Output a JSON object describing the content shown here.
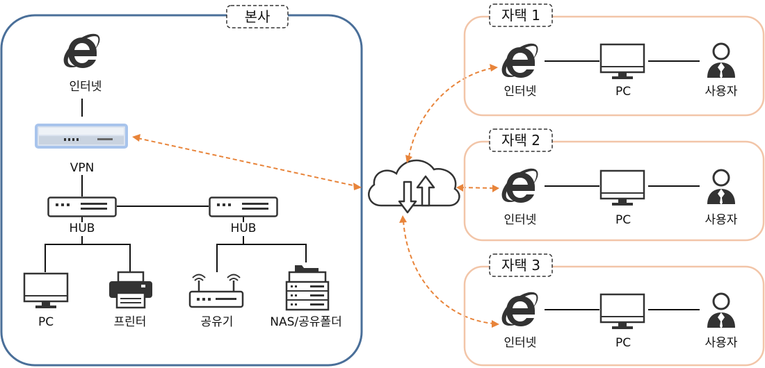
{
  "hq": {
    "title": "본사",
    "internet_label": "인터넷",
    "vpn_label": "VPN",
    "hub1_label": "HUB",
    "hub2_label": "HUB",
    "pc_label": "PC",
    "printer_label": "프린터",
    "router_label": "공유기",
    "nas_label": "NAS/공유폴더"
  },
  "branches": [
    {
      "title": "자택 1",
      "internet_label": "인터넷",
      "pc_label": "PC",
      "user_label": "사용자"
    },
    {
      "title": "자택 2",
      "internet_label": "인터넷",
      "pc_label": "PC",
      "user_label": "사용자"
    },
    {
      "title": "자택 3",
      "internet_label": "인터넷",
      "pc_label": "PC",
      "user_label": "사용자"
    }
  ],
  "colors": {
    "hq_border": "#4a6f99",
    "branch_border": "#f2c5a8",
    "vpn_link": "#e8843a",
    "icon": "#333333"
  },
  "icons": [
    "internet-explorer-icon",
    "vpn-server-icon",
    "hub-icon",
    "monitor-icon",
    "printer-icon",
    "router-icon",
    "nas-icon",
    "cloud-sync-icon",
    "user-icon"
  ]
}
